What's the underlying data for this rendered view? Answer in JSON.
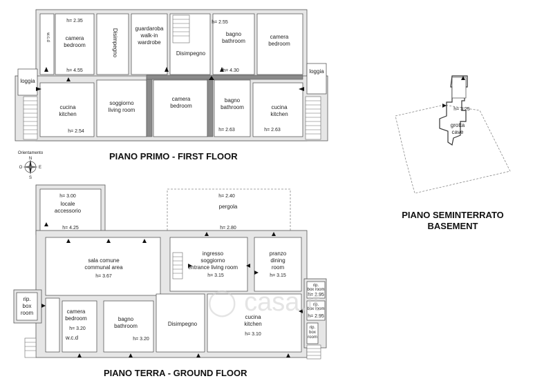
{
  "first_floor": {
    "title": "PIANO PRIMO - FIRST FLOOR",
    "rooms": [
      {
        "name": "w.c.d",
        "en": "",
        "height": ""
      },
      {
        "name": "camera",
        "en": "bedroom",
        "height": "h= 2.35"
      },
      {
        "name": "Disimpegno",
        "en": "",
        "height": ""
      },
      {
        "name": "guardaroba",
        "en": "walk-in wardrobe",
        "height": ""
      },
      {
        "name": "Disimpegno",
        "en": "",
        "height": ""
      },
      {
        "name": "bagno",
        "en": "bathroom",
        "height": "h= 2.55"
      },
      {
        "name": "camera",
        "en": "bedroom",
        "height": ""
      },
      {
        "name": "loggia",
        "en": "",
        "height": ""
      },
      {
        "name": "cucina",
        "en": "kitchen",
        "height": "h= 2.54"
      },
      {
        "name": "soggiorno",
        "en": "living room",
        "height": ""
      },
      {
        "name": "camera",
        "en": "bedroom",
        "height": ""
      },
      {
        "name": "bagno",
        "en": "bathroom",
        "height": "h= 2.63"
      },
      {
        "name": "cucina",
        "en": "kitchen",
        "height": "h= 2.63"
      },
      {
        "name": "loggia",
        "en": "",
        "height": ""
      }
    ],
    "extra_heights": [
      "h= 4.55",
      "h= 4.30"
    ]
  },
  "compass": {
    "label": "Orientamento",
    "n": "N",
    "s": "S",
    "e": "E",
    "o": "O"
  },
  "basement": {
    "title_line1": "PIANO SEMINTERRATO",
    "title_line2": "BASEMENT",
    "room_name": "grotta",
    "room_en": "cave",
    "height": "h= 3.25"
  },
  "ground_floor": {
    "title": "PIANO TERRA - GROUND FLOOR",
    "locale": {
      "height_top": "h= 3.00",
      "name": "locale",
      "en": "accessorio",
      "height_bottom": "h= 4.25"
    },
    "pergola": {
      "name": "pergola",
      "height_top": "h= 2.40",
      "height_bottom": "h= 2.80"
    },
    "sala": {
      "name": "sala comune",
      "en": "communal area",
      "height": "h= 3.67"
    },
    "ingresso": {
      "name": "ingresso",
      "line2": "soggiorno",
      "en": "entrance living room",
      "height": "h= 3.15"
    },
    "pranzo": {
      "name": "pranzo",
      "en": "dining",
      "en2": "room",
      "height": "h= 3.15"
    },
    "rip": {
      "name": "rip.",
      "en": "box",
      "en2": "room"
    },
    "camera": {
      "name": "camera",
      "en": "bedroom",
      "height": "h= 3.20"
    },
    "wcd": {
      "name": "w.c.d"
    },
    "bagno": {
      "name": "bagno",
      "en": "bathroom",
      "height": "h= 3.20"
    },
    "disimpegno": {
      "name": "Disimpegno"
    },
    "cucina": {
      "name": "cucina",
      "en": "kitchen",
      "height": "h= 3.10"
    },
    "box1": {
      "name": "rip.",
      "en": "box room",
      "height": "h= 2.95"
    },
    "box2": {
      "name": "rip.",
      "en": "box room",
      "height": "h= 2.95"
    },
    "box3": {
      "name": "rip.",
      "en": "box",
      "en2": "room"
    }
  },
  "watermark": "casa.it"
}
